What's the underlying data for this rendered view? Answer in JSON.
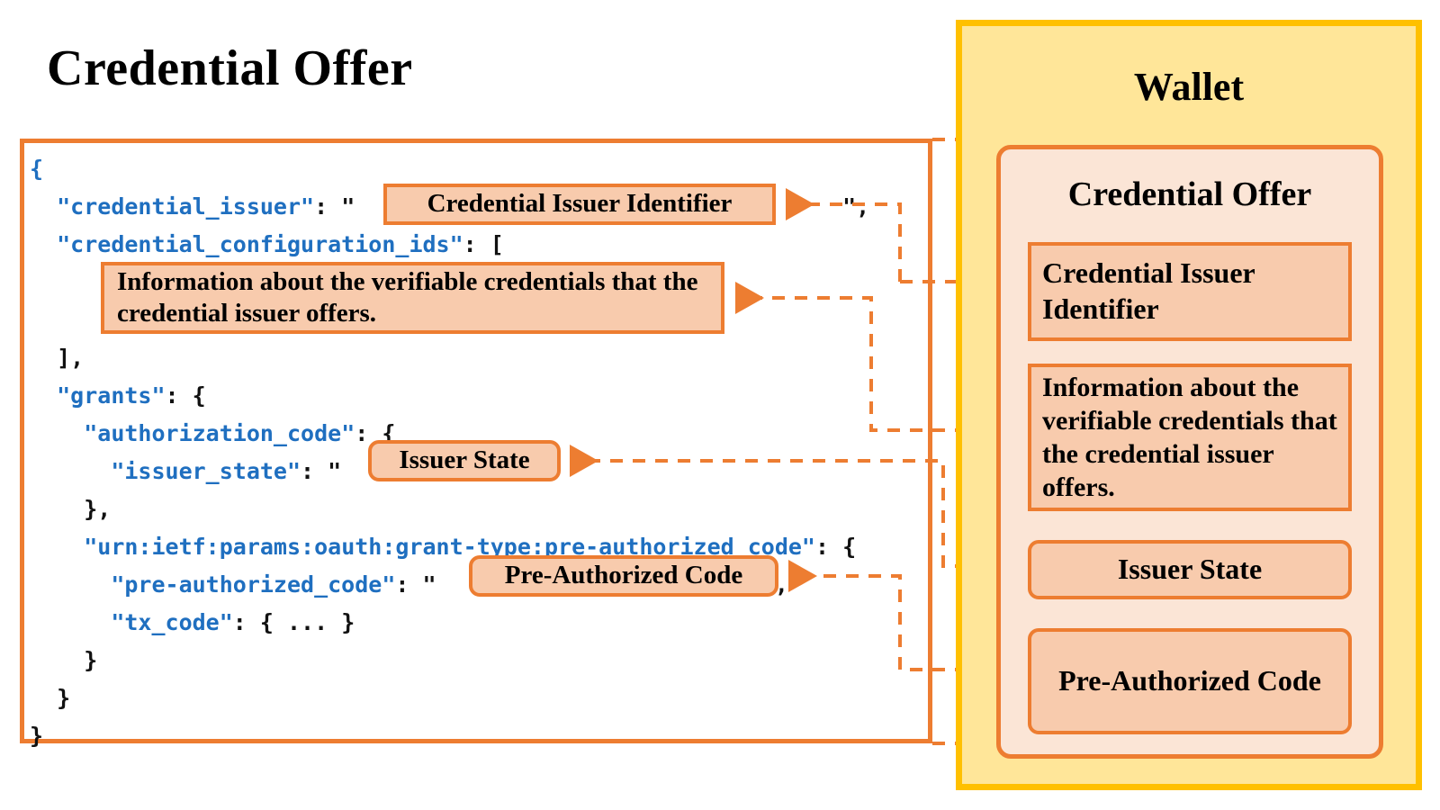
{
  "page": {
    "title": "Credential Offer",
    "accent_orange": "#ED7D31",
    "accent_gold": "#FFC000",
    "wallet_fill": "#FFE699",
    "card_fill": "#FBE5D6",
    "item_fill": "#F8CBAD",
    "json_key_blue": "#1F6FC0"
  },
  "json_panel": {
    "name": "credential-offer-json",
    "lines": [
      {
        "indent": 0,
        "key": null,
        "text": "{"
      },
      {
        "indent": 1,
        "key": "\"credential_issuer\"",
        "text": ": \""
      },
      {
        "indent": 1,
        "key": "\"credential_configuration_ids\"",
        "text": ": ["
      },
      {
        "indent": 1,
        "key": null,
        "text": "],"
      },
      {
        "indent": 1,
        "key": "\"grants\"",
        "text": ": {"
      },
      {
        "indent": 2,
        "key": "\"authorization_code\"",
        "text": ": {"
      },
      {
        "indent": 3,
        "key": "\"issuer_state\"",
        "text": ": \""
      },
      {
        "indent": 2,
        "key": null,
        "text": "},"
      },
      {
        "indent": 2,
        "key": "\"urn:ietf:params:oauth:grant-type:pre-authorized_code\"",
        "text": ": {"
      },
      {
        "indent": 3,
        "key": "\"pre-authorized_code\"",
        "text": ": \""
      },
      {
        "indent": 3,
        "key": "\"tx_code\"",
        "text": ": { ... }"
      },
      {
        "indent": 2,
        "key": null,
        "text": "}"
      },
      {
        "indent": 1,
        "key": null,
        "text": "}"
      },
      {
        "indent": 0,
        "key": null,
        "text": "}"
      }
    ],
    "code_text": "{\n  \"credential_issuer\": \"                                    \",\n  \"credential_configuration_ids\": [\n\n\n  ],\n  \"grants\": {\n    \"authorization_code\": {\n      \"issuer_state\": \"                \"\n    },\n    \"urn:ietf:params:oauth:grant-type:pre-authorized_code\": {\n      \"pre-authorized_code\": \"                          \",\n      \"tx_code\": { ... }\n    }\n  }\n}"
  },
  "callouts": [
    {
      "id": "issuer-id",
      "label": "Credential Issuer Identifier"
    },
    {
      "id": "cred-info",
      "label": "Information about the verifiable credentials that the credential issuer offers."
    },
    {
      "id": "issuer-state",
      "label": "Issuer State"
    },
    {
      "id": "preauth-code",
      "label": "Pre-Authorized Code"
    }
  ],
  "wallet": {
    "title": "Wallet",
    "offer_card": {
      "title": "Credential Offer",
      "items": [
        {
          "id": "issuer-id",
          "label": "Credential Issuer Identifier"
        },
        {
          "id": "cred-info",
          "label": "Information about the verifiable credentials that the credential issuer offers."
        },
        {
          "id": "issuer-state",
          "label": "Issuer State"
        },
        {
          "id": "preauth",
          "label": "Pre-Authorized Code"
        }
      ]
    }
  },
  "connectors": [
    {
      "from": "json-panel-top",
      "to": "wallet-offer-card-top"
    },
    {
      "from": "callout-issuer-id",
      "to": "wallet-item-issuer-id"
    },
    {
      "from": "callout-cred-info",
      "to": "wallet-item-cred-info"
    },
    {
      "from": "callout-issuer-state",
      "to": "wallet-item-issuer-state"
    },
    {
      "from": "callout-preauth-code",
      "to": "wallet-item-preauth"
    },
    {
      "from": "json-panel-bottom",
      "to": "wallet-offer-card-bottom"
    }
  ]
}
